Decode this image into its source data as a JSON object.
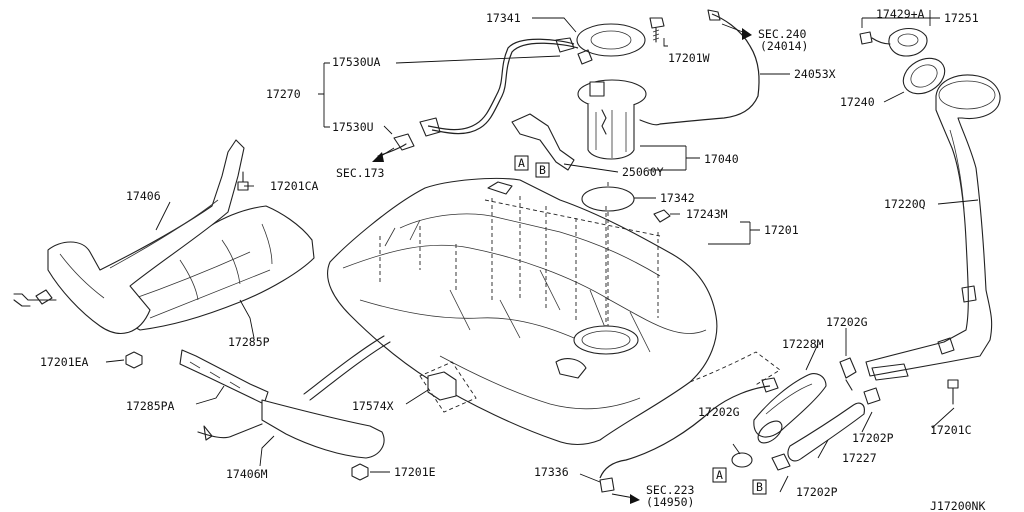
{
  "diagram_id": "J17200NK",
  "parts": {
    "p17341": "17341",
    "p17201W": "17201W",
    "p17530UA": "17530UA",
    "p17270": "17270",
    "p17530U": "17530U",
    "p17040": "17040",
    "p25060Y": "25060Y",
    "p17342": "17342",
    "p17243M": "17243M",
    "p17201": "17201",
    "p17406": "17406",
    "p17201CA": "17201CA",
    "p17285P": "17285P",
    "p17201EA": "17201EA",
    "p17285PA": "17285PA",
    "p17574X": "17574X",
    "p17406M": "17406M",
    "p17201E": "17201E",
    "p17336": "17336",
    "p17228M": "17228M",
    "p17202G_top": "17202G",
    "p17202G_bottom": "17202G",
    "p17202P_right": "17202P",
    "p17202P_bottom": "17202P",
    "p17227": "17227",
    "p17201C": "17201C",
    "p17220Q": "17220Q",
    "p17240": "17240",
    "p17429A": "17429+A",
    "p17251": "17251",
    "p24053X": "24053X"
  },
  "sections": {
    "sec240": "SEC.240",
    "sec240_sub": "(24014)",
    "sec173": "SEC.173",
    "sec223": "SEC.223",
    "sec223_sub": "(14950)"
  },
  "refs": {
    "A": "A",
    "B": "B"
  }
}
